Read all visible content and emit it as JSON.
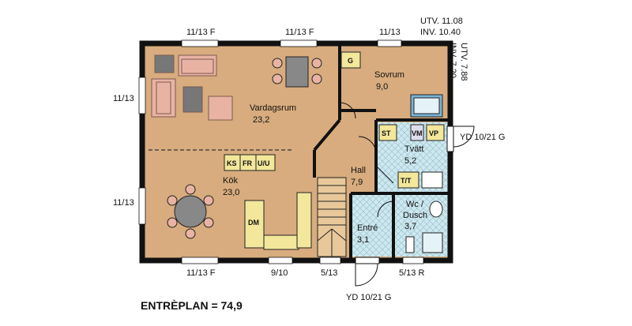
{
  "title": "ENTRÈPLAN = 74,9",
  "utv_inv": {
    "utv": "UTV. 11.08",
    "inv": "INV. 10.40"
  },
  "utv_inv_right": {
    "utv": "UTV. 7.88",
    "inv": "INV. 7.20"
  },
  "windows": {
    "top_left": "11/13 F",
    "top_mid": "11/13 F",
    "top_right": "11/13",
    "left_upper": "11/13",
    "left_lower": "11/13",
    "bottom_left": "11/13 F",
    "bottom_mid": "9/10",
    "bottom_stair": "5/13",
    "bottom_right": "5/13 R"
  },
  "doors": {
    "side": "YD 10/21 G",
    "front": "YD 10/21 G"
  },
  "rooms": {
    "vardagsrum": {
      "name": "Vardagsrum",
      "area": "23,2"
    },
    "sovrum": {
      "name": "Sovrum",
      "area": "9,0"
    },
    "kok": {
      "name": "Kök",
      "area": "23,0"
    },
    "hall": {
      "name": "Hall",
      "area": "7,9"
    },
    "tvatt": {
      "name": "Tvätt",
      "area": "5,2"
    },
    "wc": {
      "name": "Wc /",
      "name2": "Dusch",
      "area": "3,7"
    },
    "entre": {
      "name": "Entré",
      "area": "3,1"
    }
  },
  "fixtures": {
    "g": "G",
    "ks": "KS",
    "fr": "FR",
    "uu": "U/U",
    "st": "ST",
    "vp": "VP",
    "vm": "VM",
    "tt": "T/T",
    "dm": "DM"
  },
  "colors": {
    "floor": "#d8ac7e",
    "wet": "#cfe7ee",
    "wall": "#111111",
    "furniture": "#e9b3a3",
    "cabinet": "#f2e79a"
  }
}
